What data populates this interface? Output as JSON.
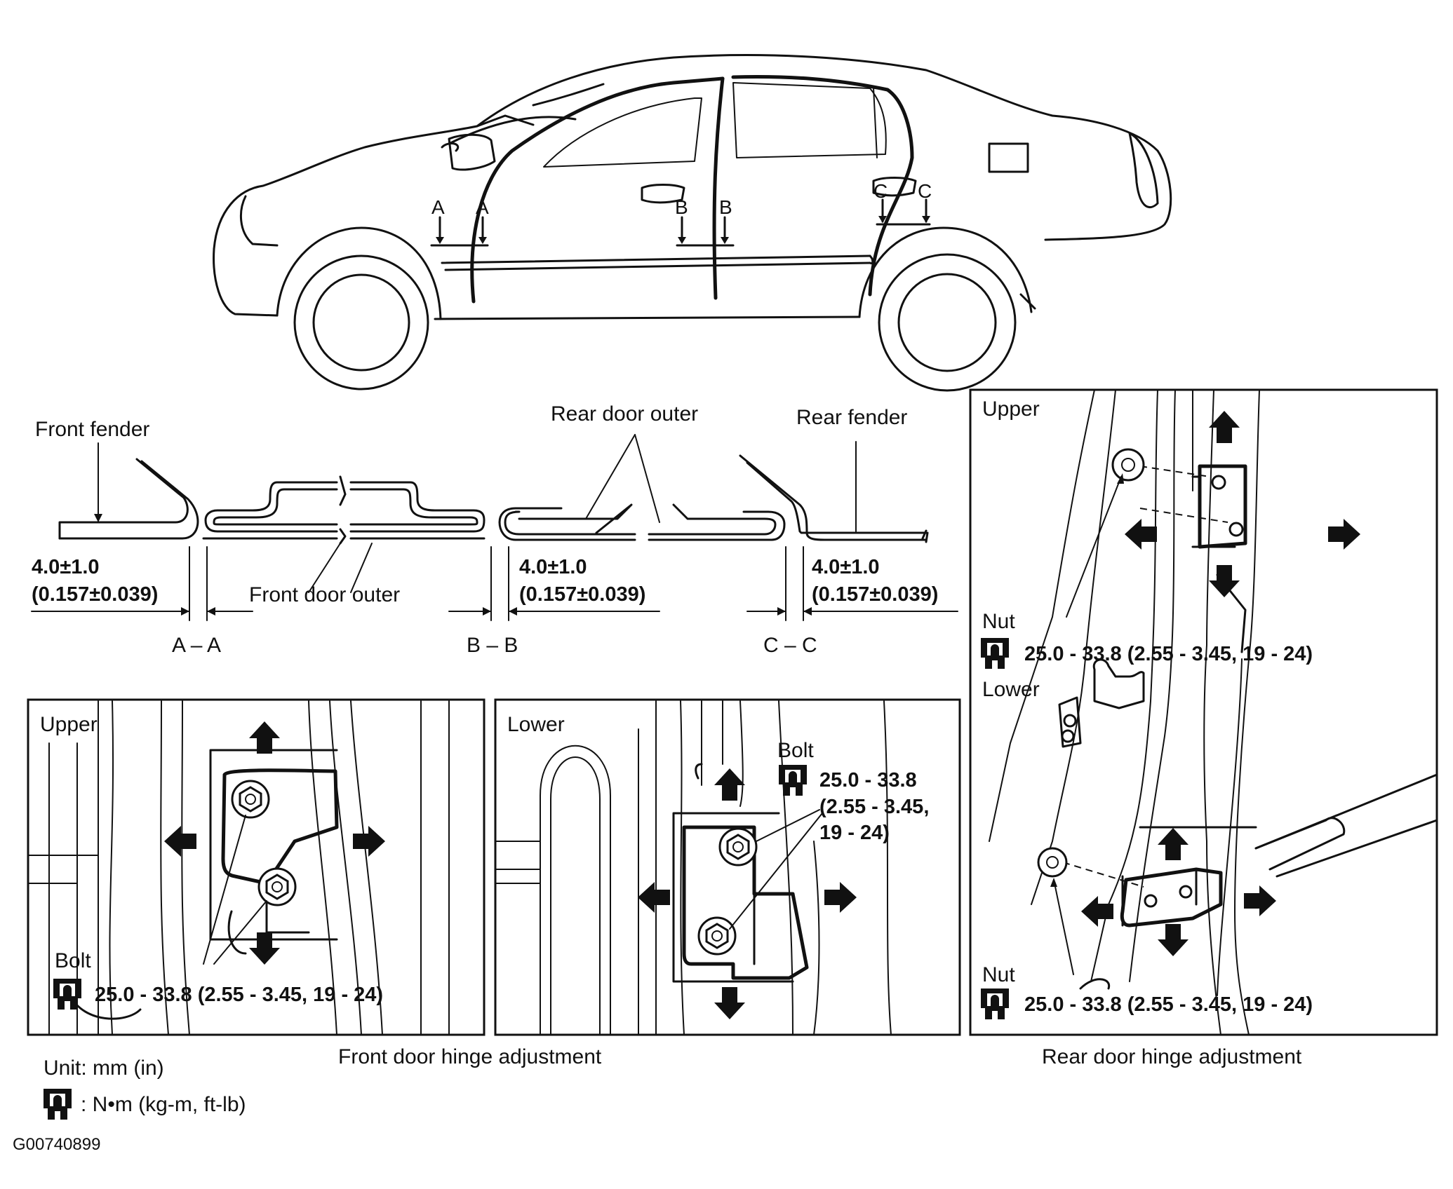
{
  "car_view": {
    "section_marks": [
      "A",
      "A",
      "B",
      "B",
      "C",
      "C"
    ]
  },
  "cross_sections": {
    "front_fender": "Front fender",
    "front_door_outer": "Front door outer",
    "rear_door_outer": "Rear door outer",
    "rear_fender": "Rear fender",
    "clearance_aa_mm": "4.0±1.0",
    "clearance_aa_in": "(0.157±0.039)",
    "clearance_bb_mm": "4.0±1.0",
    "clearance_bb_in": "(0.157±0.039)",
    "clearance_cc_mm": "4.0±1.0",
    "clearance_cc_in": "(0.157±0.039)",
    "section_aa": "A – A",
    "section_bb": "B – B",
    "section_cc": "C – C"
  },
  "front_upper_panel": {
    "position": "Upper",
    "fastener": "Bolt",
    "torque": "25.0 - 33.8 (2.55 - 3.45, 19 - 24)"
  },
  "front_lower_panel": {
    "position": "Lower",
    "fastener": "Bolt",
    "torque_line1": "25.0 - 33.8",
    "torque_line2": "(2.55 - 3.45,",
    "torque_line3": "19 - 24)"
  },
  "rear_panel": {
    "upper": "Upper",
    "upper_fastener": "Nut",
    "upper_torque": "25.0 - 33.8 (2.55 - 3.45, 19 - 24)",
    "lower": "Lower",
    "lower_fastener": "Nut",
    "lower_torque": "25.0 - 33.8 (2.55 - 3.45, 19 - 24)"
  },
  "captions": {
    "front": "Front door hinge adjustment",
    "rear": "Rear door hinge adjustment"
  },
  "legend": {
    "unit": "Unit: mm (in)",
    "torque_unit": ": N•m  (kg-m,  ft-lb)"
  },
  "figure_id": "G00740899"
}
